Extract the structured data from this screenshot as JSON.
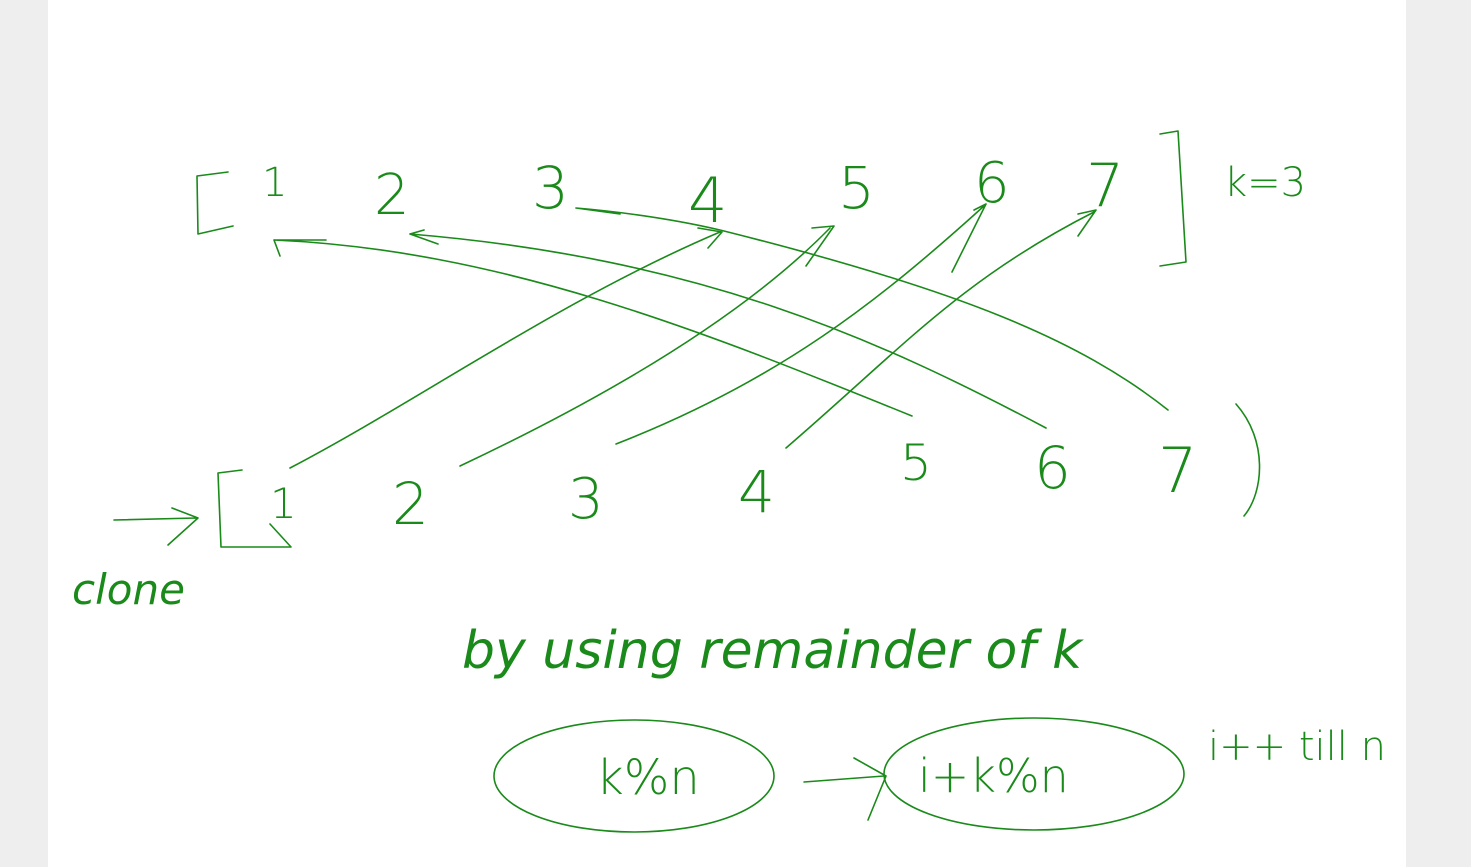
{
  "colors": {
    "ink": "#1a8a1a",
    "page": "#ffffff",
    "margin": "#eeeeee"
  },
  "top_row": {
    "open_bracket": "[",
    "items": [
      "1",
      "2",
      "3",
      "4",
      "5",
      "6",
      "7"
    ],
    "close_bracket": "]",
    "k_note": "k=3"
  },
  "bottom_row": {
    "open_bracket": "[",
    "items": [
      "1",
      "2",
      "3",
      "4",
      "5",
      "6",
      "7"
    ],
    "close_bracket": ")",
    "label": "clone"
  },
  "notes": {
    "method": "by using remainder of k",
    "formula_left": "k%n",
    "formula_right": "i+k%n",
    "loop": "i++ till n"
  }
}
